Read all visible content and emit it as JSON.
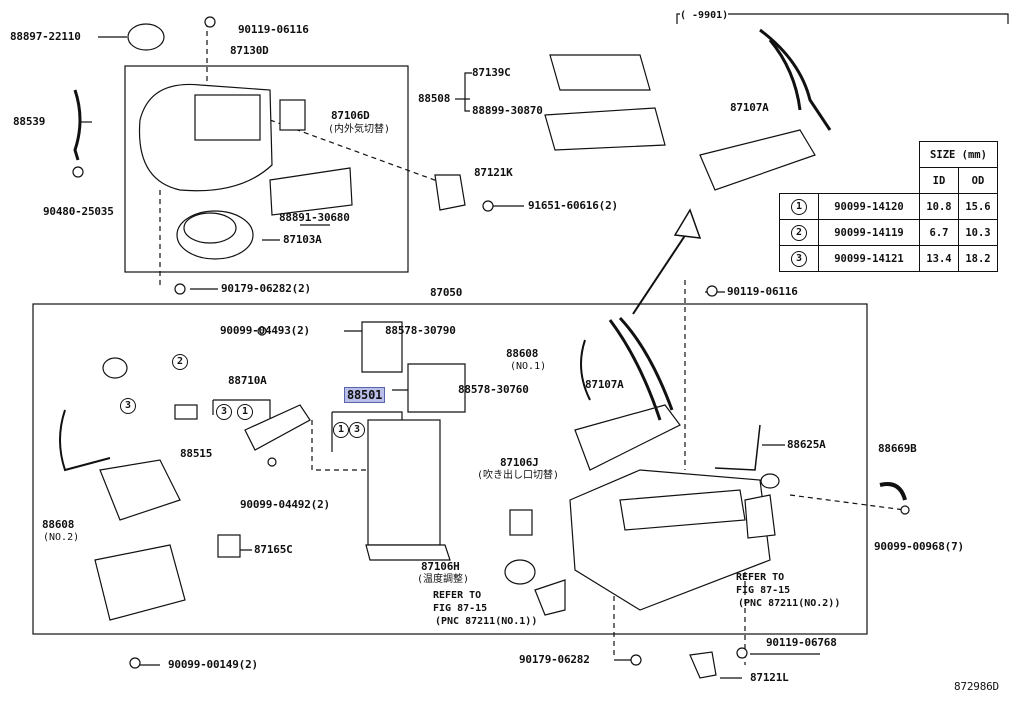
{
  "diagram_id": "872986D",
  "top_range_label": "(    -9901)",
  "size_table": {
    "header": "SIZE (mm)",
    "columns": [
      "ID",
      "OD"
    ],
    "rows": [
      {
        "ref": "1",
        "part": "90099-14120",
        "id": "10.8",
        "od": "15.6"
      },
      {
        "ref": "2",
        "part": "90099-14119",
        "id": "6.7",
        "od": "10.3"
      },
      {
        "ref": "3",
        "part": "90099-14121",
        "id": "13.4",
        "od": "18.2"
      }
    ]
  },
  "parts": {
    "p88897": "88897-22110",
    "p90119a": "90119-06116",
    "p87130d": "87130D",
    "p88539": "88539",
    "p87106d": "87106D",
    "p87106d_note": "(内外気切替)",
    "p90480": "90480-25035",
    "p88891": "88891-30680",
    "p87103a": "87103A",
    "p90179a": "90179-06282(2)",
    "p88508": "88508",
    "p87139c": "87139C",
    "p88899": "88899-30870",
    "p87121k": "87121K",
    "p91651": "91651-60616(2)",
    "p87107a_top": "87107A",
    "p87050": "87050",
    "p90119b": "90119-06116",
    "p90099_04493": "90099-04493(2)",
    "p88578_30790": "88578-30790",
    "p88608a": "88608",
    "p88608a_note": "(NO.1)",
    "p88710a": "88710A",
    "p88501": "88501",
    "p88578_30760": "88578-30760",
    "p87107a_mid": "87107A",
    "p88515": "88515",
    "p87106j": "87106J",
    "p87106j_note": "(吹き出し口切替)",
    "p88625a": "88625A",
    "p88669b": "88669B",
    "p88608b": "88608",
    "p88608b_note": "(NO.2)",
    "p90099_04492": "90099-04492(2)",
    "p87165c": "87165C",
    "p87106h": "87106H",
    "p87106h_note": "(温度調整)",
    "ref1": "REFER TO",
    "ref1b": "FIG 87-15",
    "ref1c": "(PNC 87211(NO.1))",
    "ref2": "REFER TO",
    "ref2b": "FIG 87-15",
    "ref2c": "(PNC 87211(NO.2))",
    "p90099_00968": "90099-00968(7)",
    "p90099_00149": "90099-00149(2)",
    "p90179b": "90179-06282",
    "p90119c": "90119-06768",
    "p87121l": "87121L"
  },
  "callouts": {
    "c1": "1",
    "c2": "2",
    "c3": "3"
  }
}
